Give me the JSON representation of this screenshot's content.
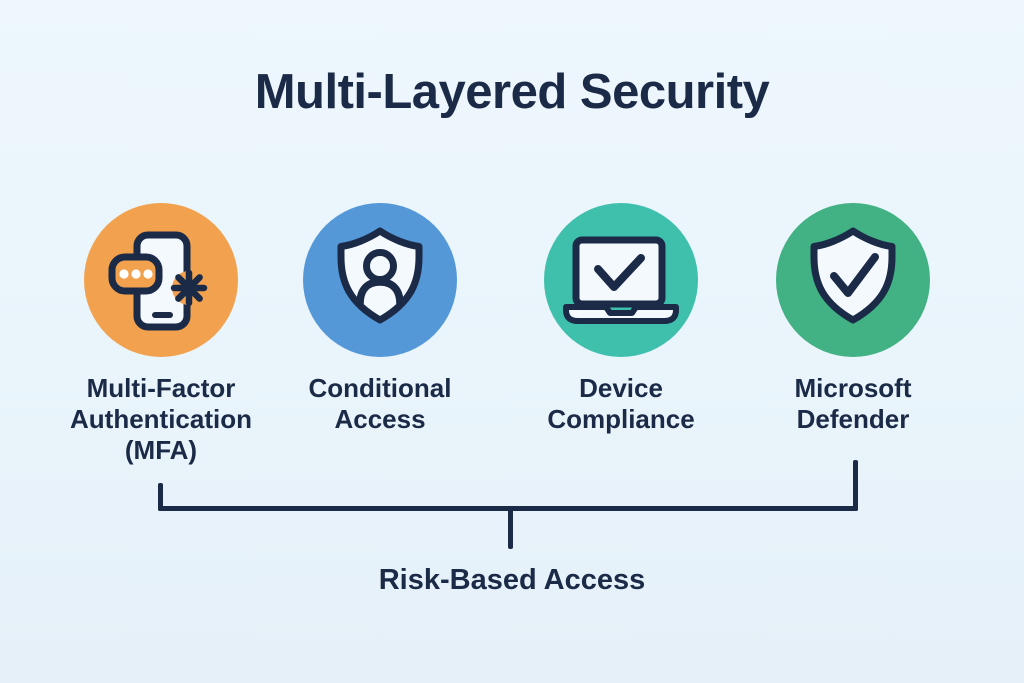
{
  "title": "Multi-Layered Security",
  "layers": [
    {
      "name": "mfa",
      "label": "Multi-Factor\nAuthentication\n(MFA)",
      "icon": "phone-mfa-icon",
      "circle_color": "#F2A24E"
    },
    {
      "name": "conditional-access",
      "label": "Conditional\nAccess",
      "icon": "shield-user-icon",
      "circle_color": "#5598D8"
    },
    {
      "name": "device-compliance",
      "label": "Device\nCompliance",
      "icon": "laptop-check-icon",
      "circle_color": "#3FC0AC"
    },
    {
      "name": "microsoft-defender",
      "label": "Microsoft\nDefender",
      "icon": "shield-check-icon",
      "circle_color": "#42B183"
    }
  ],
  "bracket_label": "Risk-Based Access",
  "colors": {
    "ink": "#1B2A47",
    "icon_fill": "#F4F9FD",
    "background_top": "#EDF7FD",
    "background_bottom": "#E5F0F8"
  }
}
